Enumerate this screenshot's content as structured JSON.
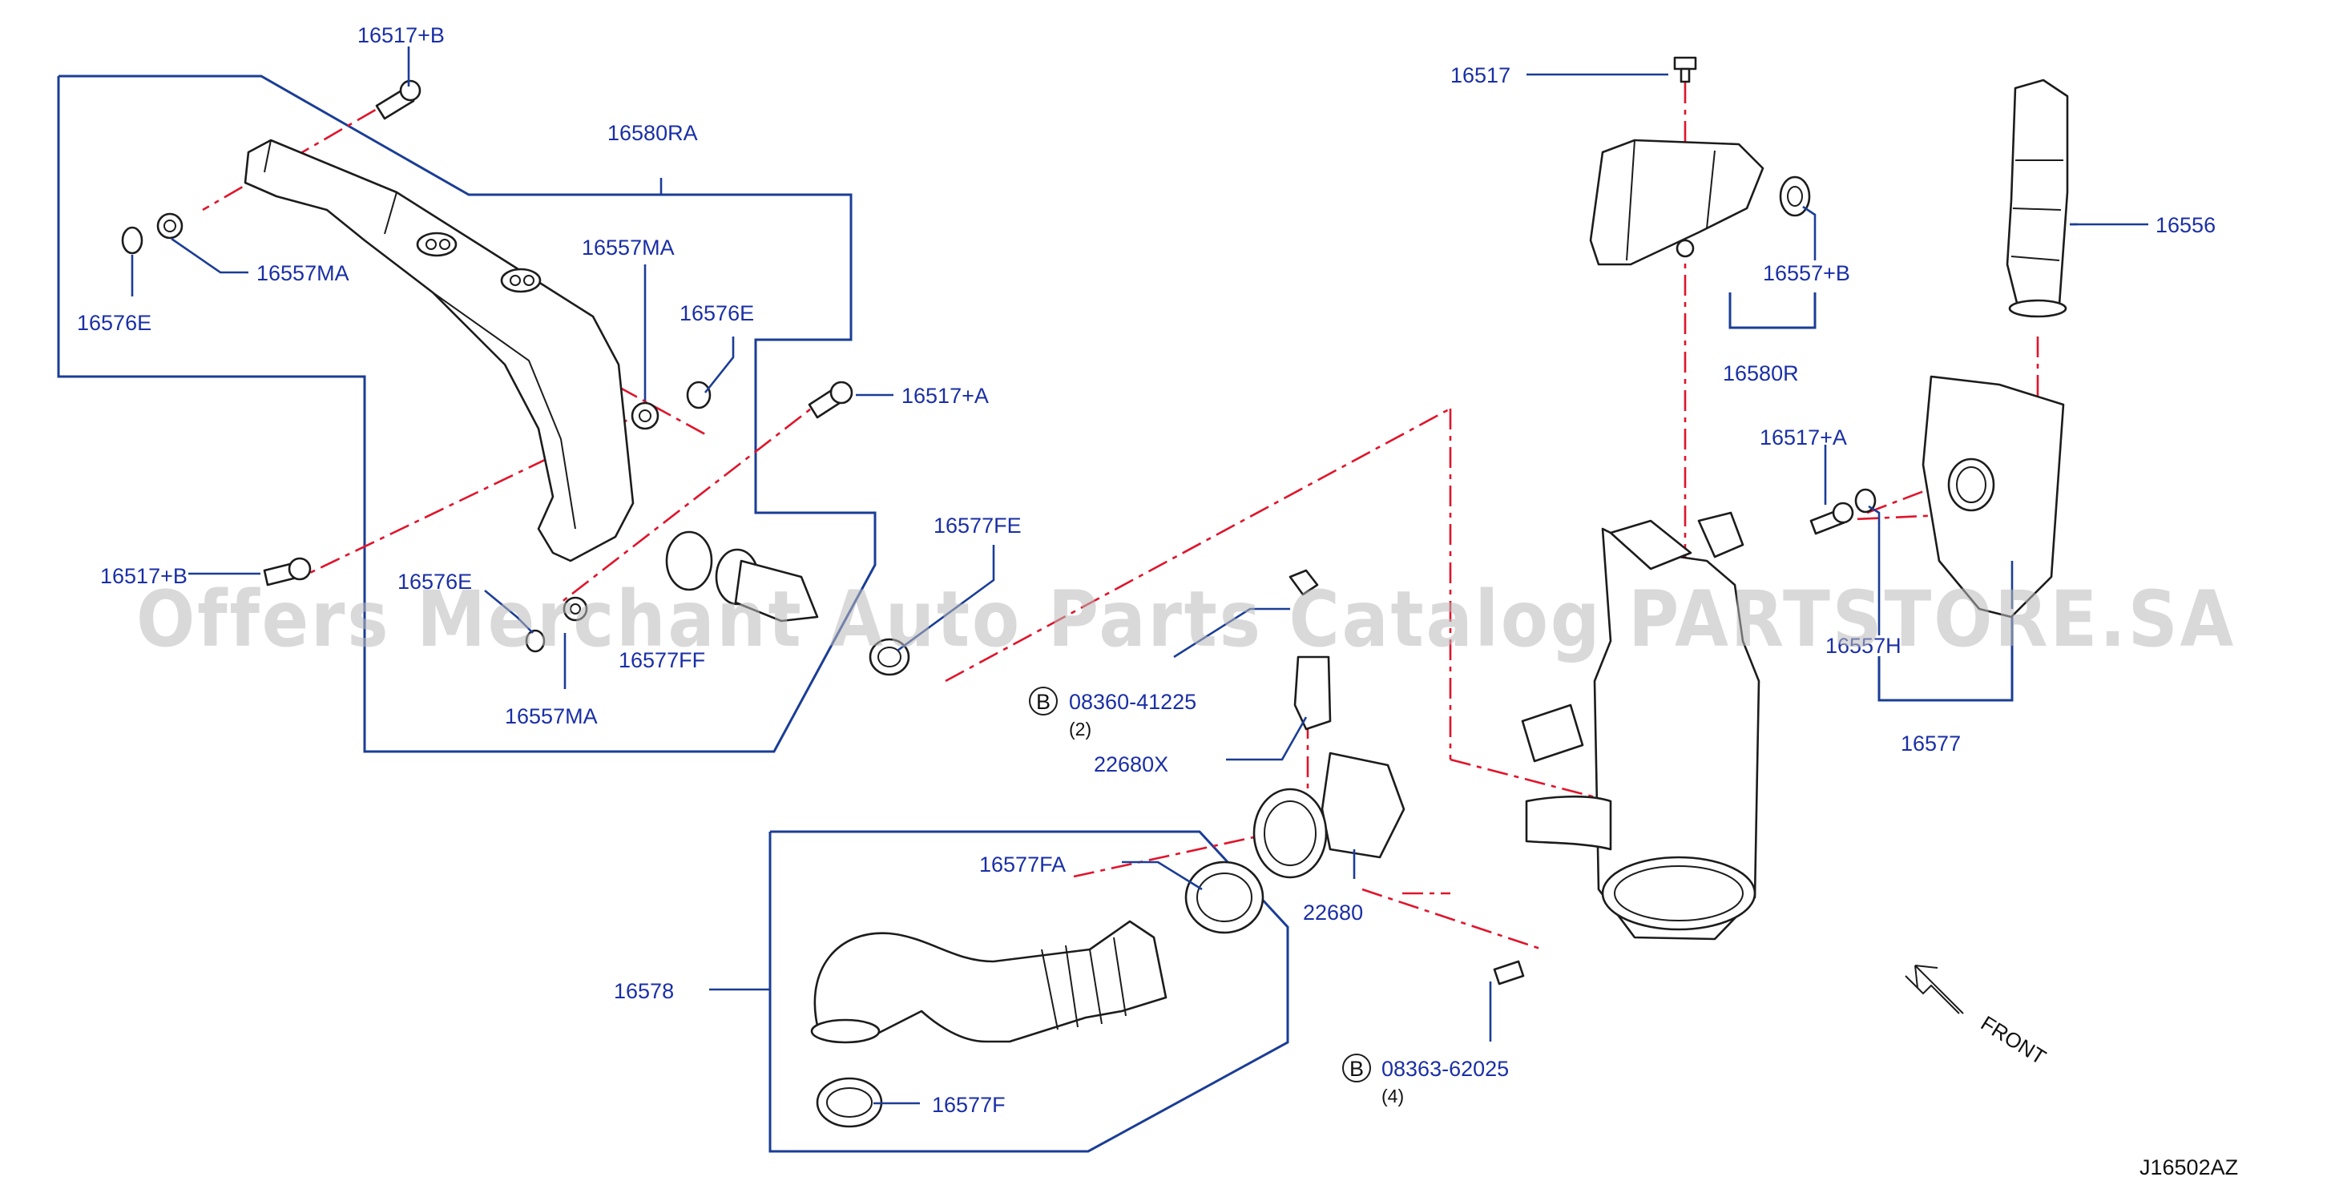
{
  "labels": {
    "l16517b_top": "16517+B",
    "l16580ra": "16580RA",
    "l16576e_left": "16576E",
    "l16557ma_left": "16557MA",
    "l16557ma_mid": "16557MA",
    "l16576e_mid": "16576E",
    "l16517a_mid": "16517+A",
    "l16517b_bot": "16517+B",
    "l16576e_low": "16576E",
    "l16557ma_low": "16557MA",
    "l16577ff": "16577FF",
    "l16577fe": "16577FE",
    "l08360": "08360-41225",
    "l08360_qty": "(2)",
    "l22680x": "22680X",
    "l22680": "22680",
    "l16577fa": "16577FA",
    "l16578": "16578",
    "l16577f": "16577F",
    "l08363": "08363-62025",
    "l08363_qty": "(4)",
    "l16517_top": "16517",
    "l16557b_right": "16557+B",
    "l16580r": "16580R",
    "l16556": "16556",
    "l16517a_right": "16517+A",
    "l16557h": "16557H",
    "l16577": "16577",
    "b_badge_1": "B",
    "b_badge_2": "B",
    "front": "FRONT",
    "diagram_code": "J16502AZ"
  },
  "watermark": "Offers Merchant Auto Parts Catalog PARTSTORE.SA",
  "colors": {
    "label": "#1a2fa6",
    "leader": "#1a3d96",
    "centerline": "#e0142b",
    "part_outline": "#1c1c1c",
    "watermark": "#b9b9b9"
  }
}
